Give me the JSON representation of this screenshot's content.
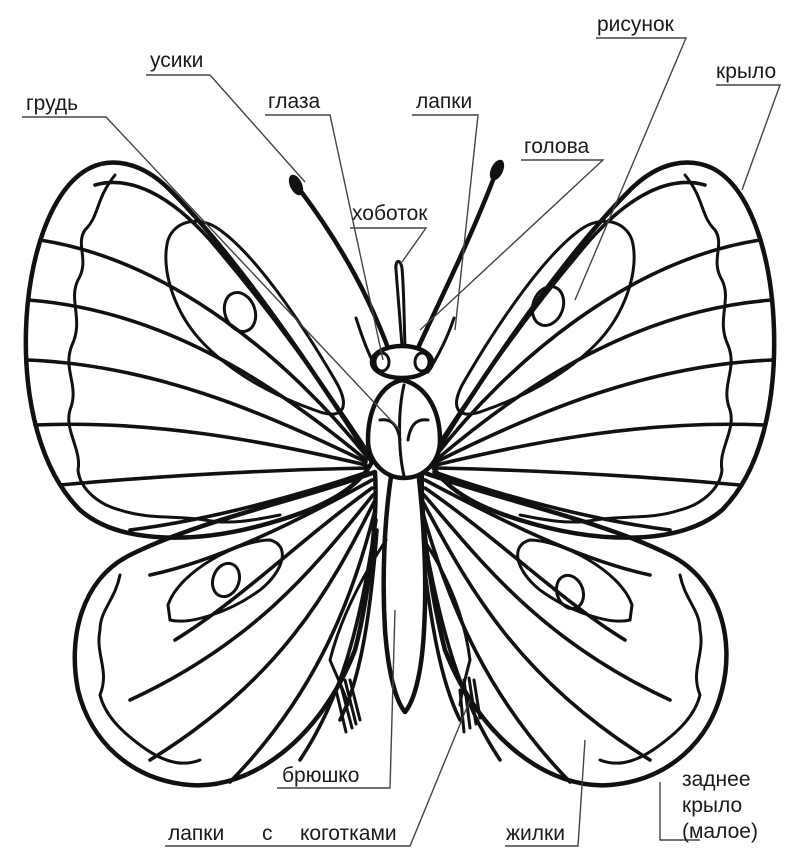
{
  "labels": {
    "grud": "грудь",
    "usiki": "усики",
    "glaza": "глаза",
    "lapki_top": "лапки",
    "golova": "голова",
    "risunok": "рисунок",
    "krylo": "крыло",
    "hobotok": "хоботок",
    "bryushko": "брюшко",
    "lapki_koghti_1": "лапки",
    "lapki_koghti_2": "с",
    "lapki_koghti_3": "коготками",
    "zhilki": "жилки",
    "zadnee_1": "заднее",
    "zadnee_2": "крыло",
    "zadnee_3": "(малое)"
  }
}
